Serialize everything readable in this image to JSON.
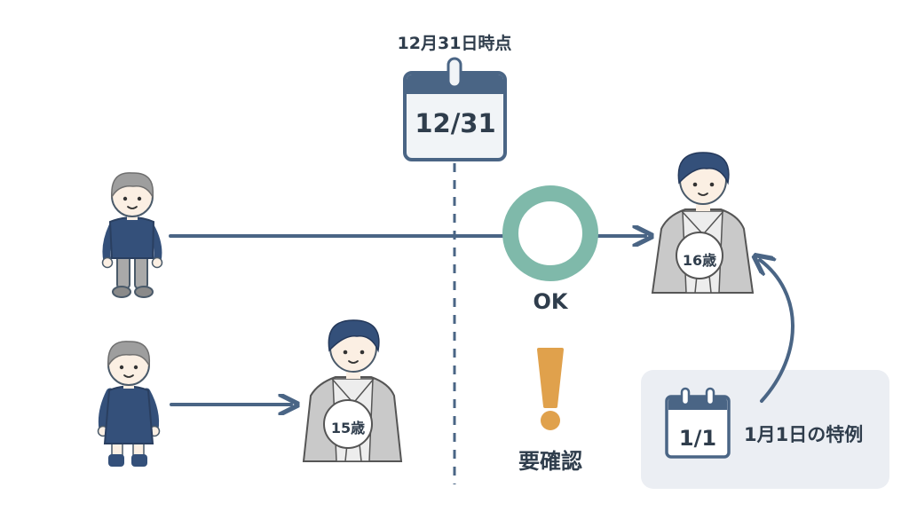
{
  "diagram": {
    "reference_date_label": "12月31日時点",
    "calendar_date": "12/31",
    "ok_label": "OK",
    "warning_label": "要確認",
    "age_top": "16歳",
    "age_bottom": "15歳",
    "special_calendar_date": "1/1",
    "special_case_label": "1月1日の特例"
  },
  "colors": {
    "primary": "#4a6585",
    "ok_ring": "#7fb9aa",
    "warning": "#e0a14c",
    "text": "#2f3d4c",
    "skin": "#fbefe3",
    "hair_child": "#9e9e9e",
    "hair_teen": "#34507a",
    "jacket": "#c9c9c9",
    "special_box": "#ebeef3"
  },
  "icons": [
    "calendar-icon",
    "ok-circle-icon",
    "exclamation-icon",
    "arrow-icon",
    "child-figure",
    "teen-figure"
  ]
}
